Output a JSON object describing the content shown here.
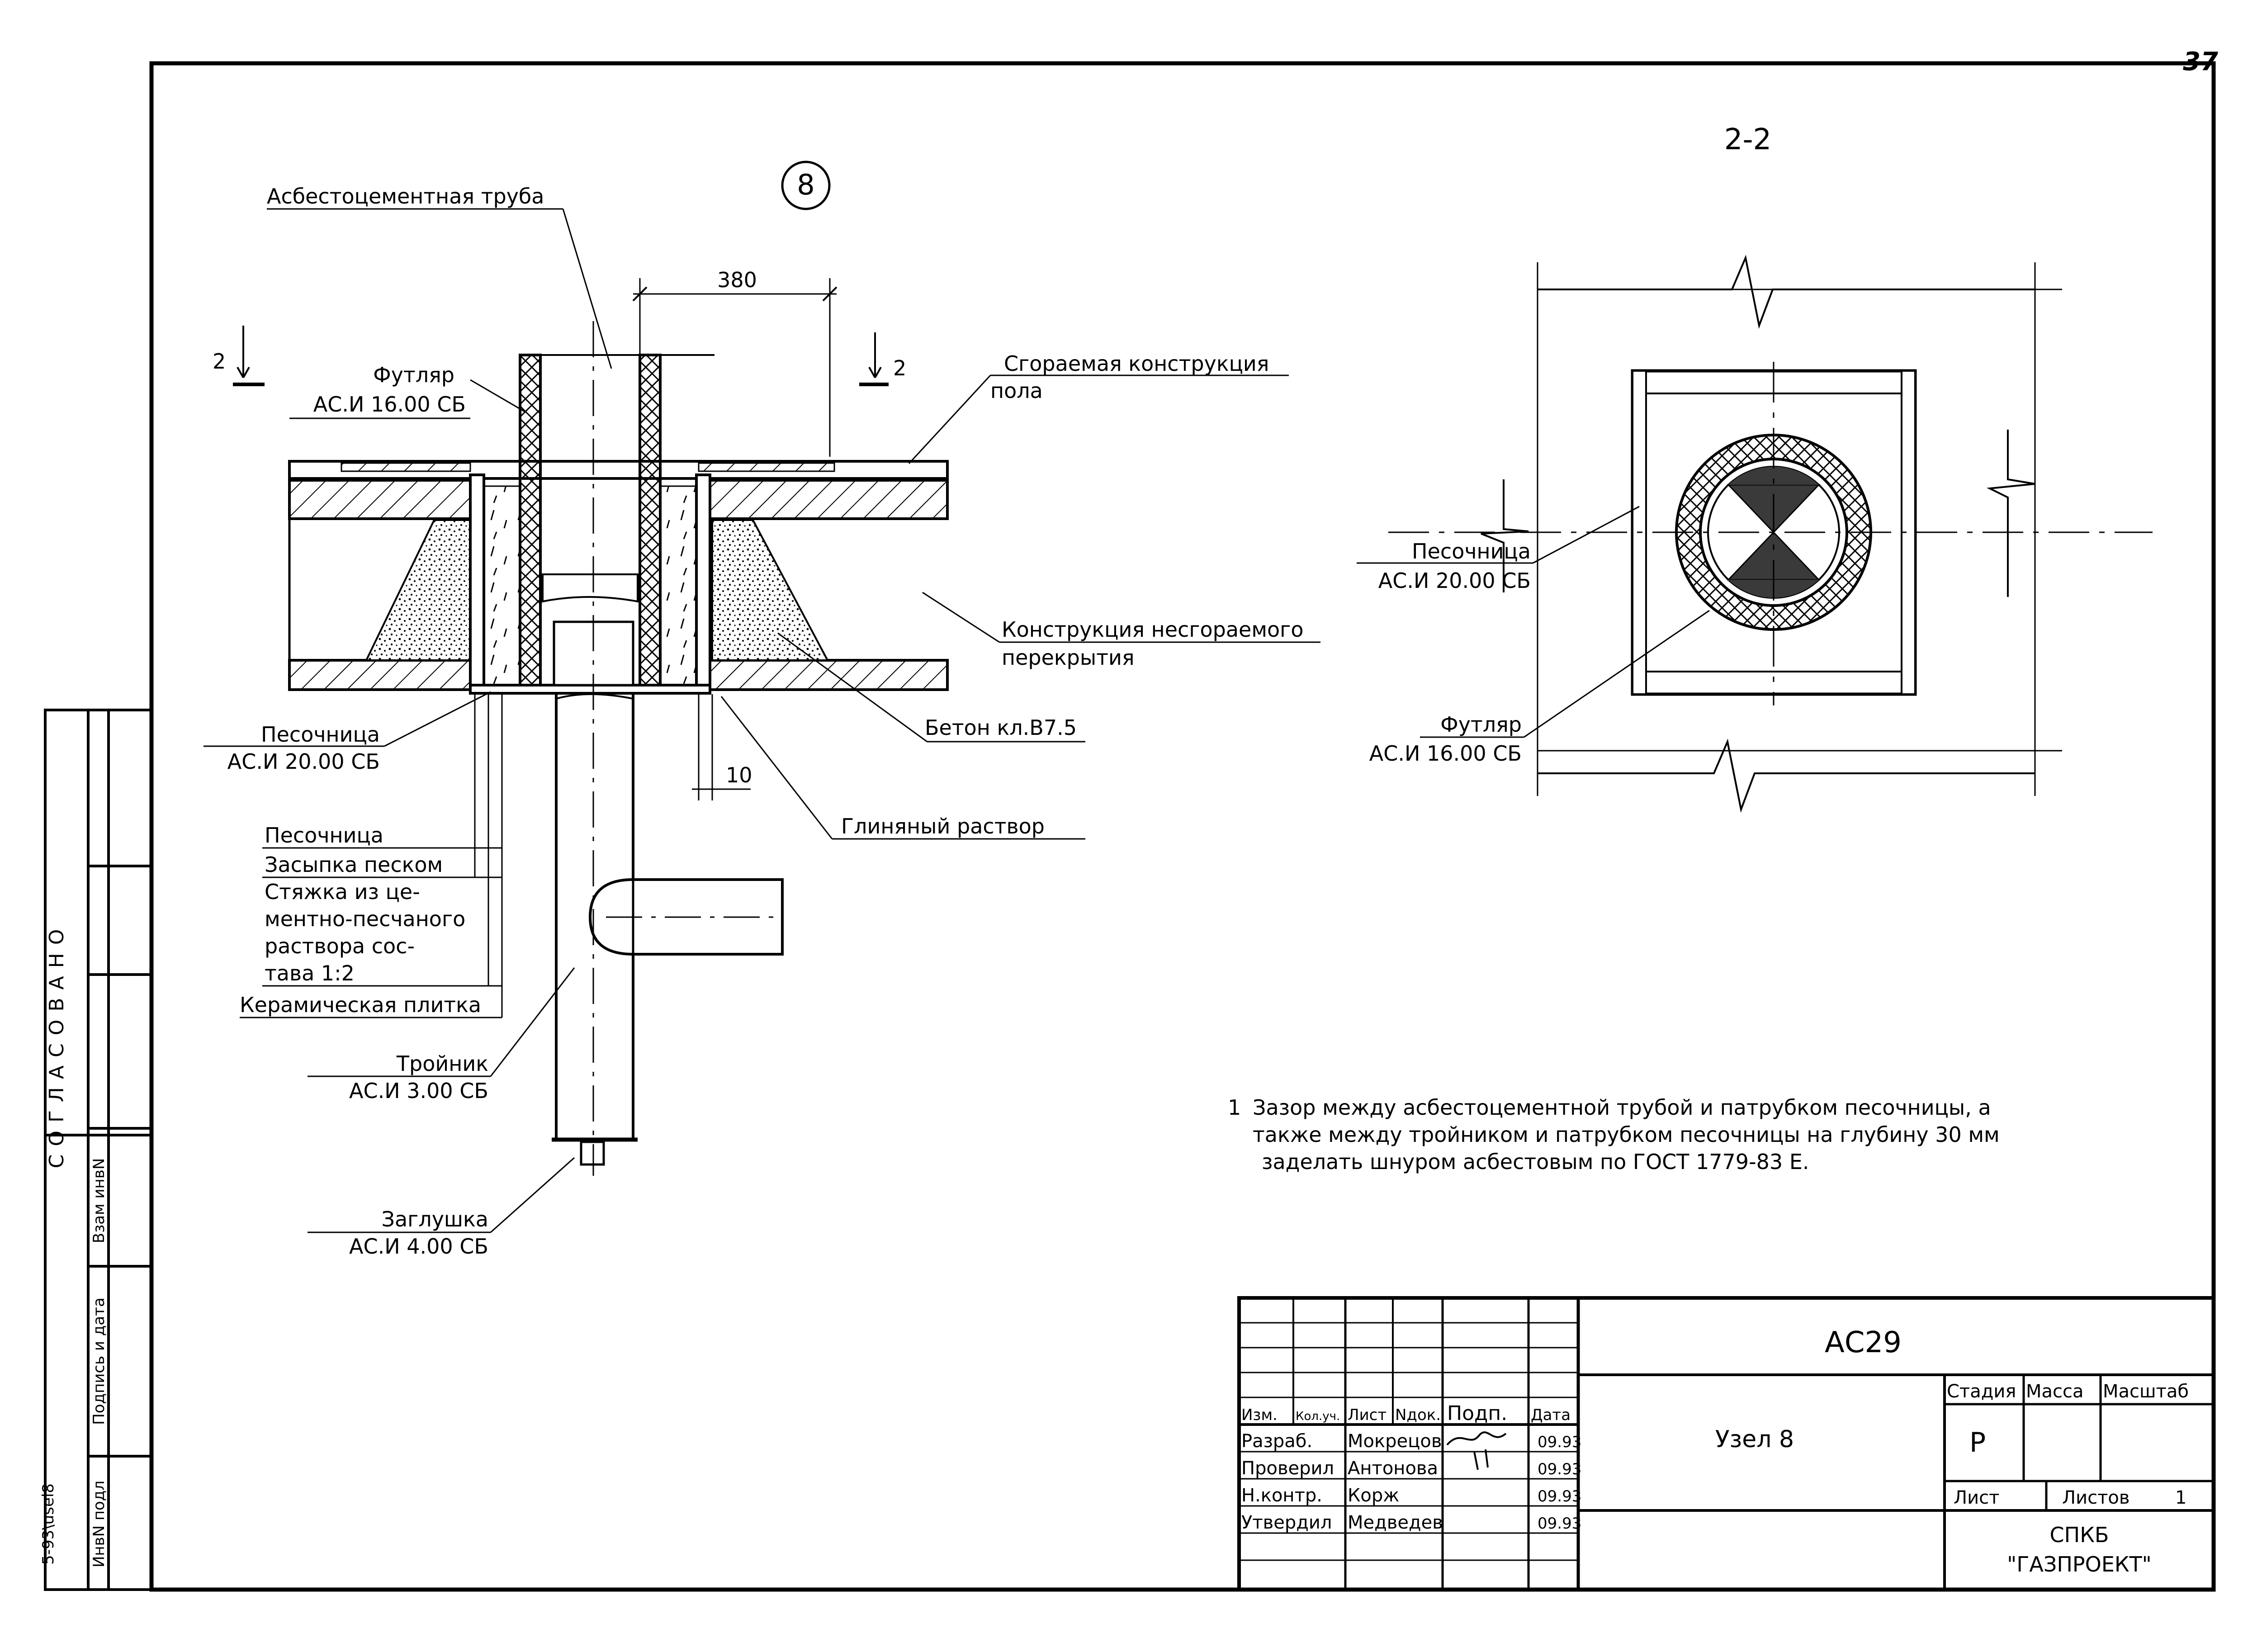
{
  "sheet_number": "37",
  "section_title": "2-2",
  "node_marker": "8",
  "cut_label_left": "2",
  "cut_label_right": "2",
  "dimensions": {
    "width_380": "380",
    "gap_10": "10"
  },
  "labels": {
    "asbestos_pipe": "Асбестоцементная труба",
    "casing_title": "Футляр",
    "casing_code": "АС.И 16.00 СБ",
    "combustible_1": "Сгораемая конструкция",
    "combustible_2": "пола",
    "noncomb_1": "Конструкция несгораемого",
    "noncomb_2": "перекрытия",
    "concrete": "Бетон кл.В7.5",
    "clay": "Глиняный раствор",
    "sandbox_title": "Песочница",
    "sandbox_code": "АС.И 20.00 СБ",
    "layers": [
      "Песочница",
      "Засыпка песком",
      "Стяжка из це-",
      "ментно-песчаного",
      "раствора сос-",
      "тава 1:2",
      "Керамическая плитка"
    ],
    "tee_title": "Тройник",
    "tee_code": "АС.И 3.00 СБ",
    "plug_title": "Заглушка",
    "plug_code": "АС.И 4.00 СБ",
    "r_sandbox_title": "Песочница",
    "r_sandbox_code": "АС.И 20.00 СБ",
    "r_casing_title": "Футляр",
    "r_casing_code": "АС.И 16.00 СБ"
  },
  "note": {
    "number": "1",
    "lines": [
      "Зазор между асбестоцементной трубой и патрубком песочницы, а",
      "также между тройником и патрубком песочницы на глубину 30 мм",
      "заделать шнуром асбестовым по ГОСТ 1779-83 Е."
    ]
  },
  "side_stamp": {
    "agreed": "СОГЛАСОВАНО",
    "vzam": "Взам инвN",
    "podpis": "Подпись и дата",
    "invpodl": "ИнвN подл",
    "file": "5-93\\usel8"
  },
  "title_block": {
    "doc_code": "АС29",
    "name": "Узел 8",
    "headers": [
      "Изм.",
      "Кол.уч.",
      "Лист",
      "Nдок.",
      "Подп.",
      "Дата"
    ],
    "rows": [
      {
        "role": "Разраб.",
        "person": "Мокрецов",
        "date": "09.93"
      },
      {
        "role": "Проверил",
        "person": "Антонова",
        "date": "09.93"
      },
      {
        "role": "Н.контр.",
        "person": "Корж",
        "date": "09.93"
      },
      {
        "role": "Утвердил",
        "person": "Медведев",
        "date": "09.93"
      }
    ],
    "stage_label": "Стадия",
    "mass_label": "Масса",
    "scale_label": "Масштаб",
    "stage_value": "Р",
    "sheet_label": "Лист",
    "sheets_label": "Листов",
    "sheets_value": "1",
    "org_1": "СПКБ",
    "org_2": "\"ГАЗПРОЕКТ\""
  }
}
